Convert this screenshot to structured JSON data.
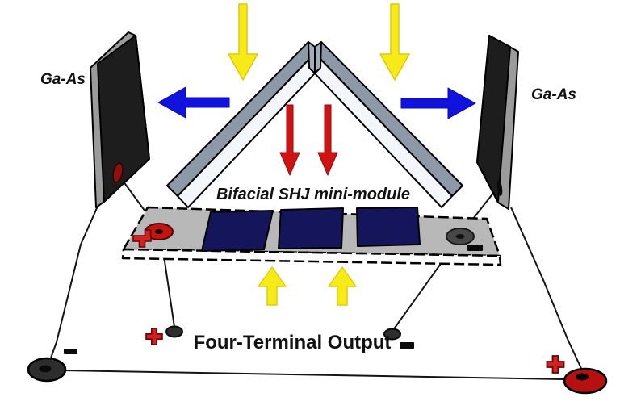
{
  "diagram": {
    "labels": {
      "left_panel": "Ga-As",
      "right_panel": "Ga-As",
      "module": "Bifacial SHJ mini-module",
      "output": "Four-Terminal Output"
    },
    "symbols": {
      "plus": "+",
      "minus": "−"
    },
    "arrows": {
      "incident_sunlight_down_yellow": 2,
      "reflected_blue_left": 1,
      "reflected_blue_right": 1,
      "transmitted_red_down": 2,
      "rear_side_yellow_up": 2
    },
    "module_sockets": [
      {
        "side": "left",
        "polarity": "+",
        "color": "#c31313"
      },
      {
        "side": "right",
        "polarity": "−",
        "color": "#484848"
      }
    ],
    "output_terminals": [
      {
        "position": "far-left",
        "polarity": "−",
        "color": "#2d2d2d"
      },
      {
        "position": "center-left",
        "polarity": "+",
        "color": "#2e2e2e"
      },
      {
        "position": "center-right",
        "polarity": "−",
        "color": "#2e2e2e"
      },
      {
        "position": "far-right",
        "polarity": "+",
        "color": "#b61111"
      }
    ],
    "colors": {
      "incident_light": "#F6EA18",
      "reflected_light": "#1212DD",
      "transmitted_light": "#CF1212",
      "cell_navy": "#15155C",
      "gaas_panel": "#1D1D1D",
      "panel_edge": "#9B9B9B",
      "module_base": "#B8B8B8",
      "slab_gray": "#8E99A8",
      "slab_underside": "#F3F7FB",
      "positive_red": "#D42020",
      "negative_black": "#0A0A0A"
    }
  }
}
